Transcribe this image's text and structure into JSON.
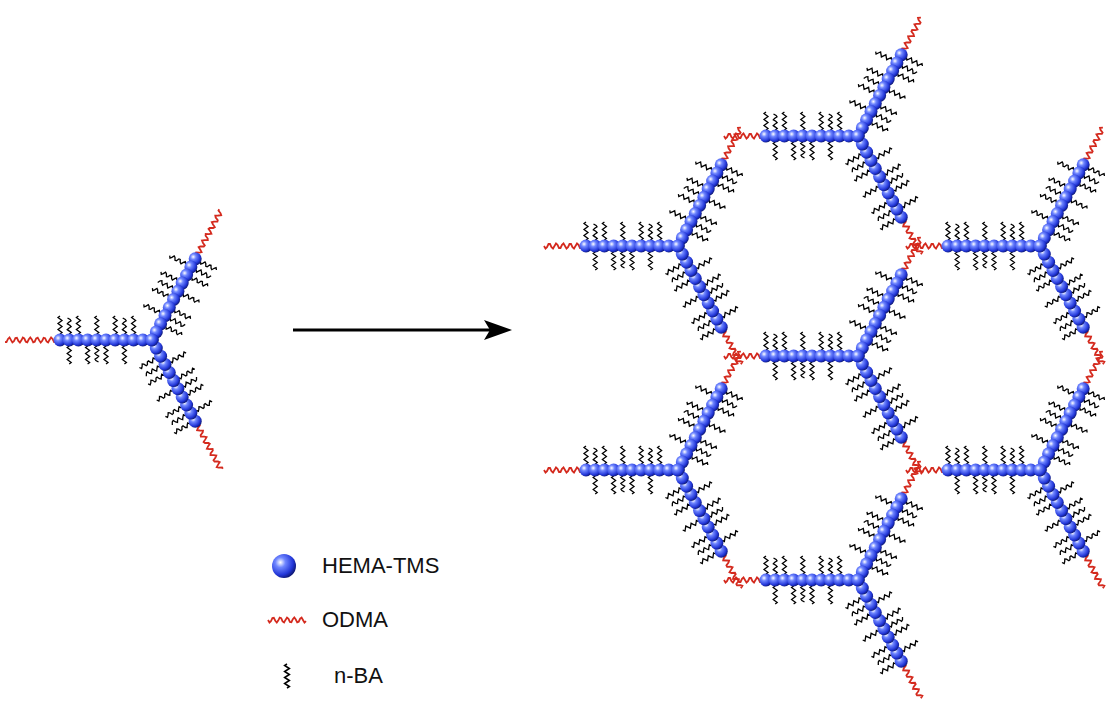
{
  "diagram": {
    "legend": [
      {
        "text": "HEMA-TMS"
      },
      {
        "text": "ODMA"
      },
      {
        "text": "n-BA"
      }
    ]
  }
}
